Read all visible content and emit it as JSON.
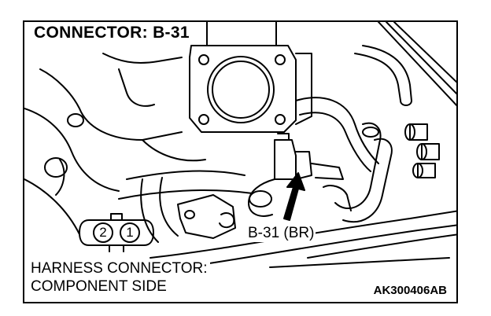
{
  "diagram": {
    "title": "CONNECTOR: B-31",
    "callout_label": "B-31 (BR)",
    "harness_label_line1": "HARNESS CONNECTOR:",
    "harness_label_line2": "COMPONENT SIDE",
    "figure_code": "AK300406AB",
    "connector_pins": [
      "2",
      "1"
    ]
  }
}
